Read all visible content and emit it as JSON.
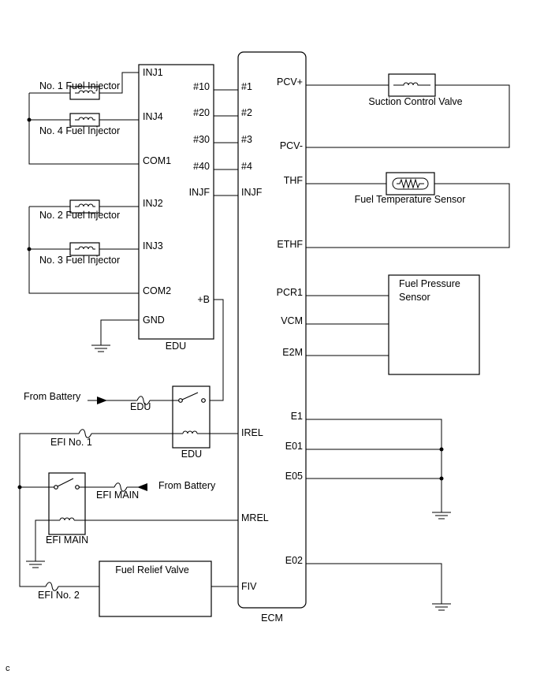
{
  "colors": {
    "line": "#000000",
    "background": "#ffffff"
  },
  "edu": {
    "label": "EDU",
    "pins": {
      "inj1": "INJ1",
      "inj4": "INJ4",
      "com1": "COM1",
      "inj2": "INJ2",
      "inj3": "INJ3",
      "com2": "COM2",
      "gnd": "GND",
      "n10": "#10",
      "n20": "#20",
      "n30": "#30",
      "n40": "#40",
      "injf": "INJF",
      "plus_b": "+B"
    }
  },
  "ecm": {
    "label": "ECM",
    "pins": {
      "p1": "#1",
      "p2": "#2",
      "p3": "#3",
      "p4": "#4",
      "injf": "INJF",
      "irel": "IREL",
      "mrel": "MREL",
      "fiv": "FIV",
      "pcv_plus": "PCV+",
      "pcv_minus": "PCV-",
      "thf": "THF",
      "ethf": "ETHF",
      "pcr1": "PCR1",
      "vcm": "VCM",
      "e2m": "E2M",
      "e1": "E1",
      "e01": "E01",
      "e05": "E05",
      "e02": "E02"
    }
  },
  "components": {
    "inj1": "No. 1 Fuel Injector",
    "inj4": "No. 4 Fuel Injector",
    "inj2": "No. 2 Fuel Injector",
    "inj3": "No. 3 Fuel Injector",
    "scv": "Suction Control Valve",
    "fts": "Fuel Temperature Sensor",
    "fps_line1": "Fuel Pressure",
    "fps_line2": "Sensor",
    "frv": "Fuel Relief Valve",
    "edu_relay": "EDU",
    "efi_main_relay": "EFI MAIN"
  },
  "fuses": {
    "edu": "EDU",
    "efi_no1": "EFI No. 1",
    "efi_main": "EFI MAIN",
    "efi_no2": "EFI No. 2"
  },
  "sources": {
    "battery1": "From Battery",
    "battery2": "From Battery"
  },
  "footer_code": "c",
  "icons": [
    "injector-coil-icon",
    "fuse-icon",
    "relay-switch-icon",
    "relay-coil-icon",
    "thermistor-icon",
    "ground-icon",
    "arrow-icon"
  ]
}
